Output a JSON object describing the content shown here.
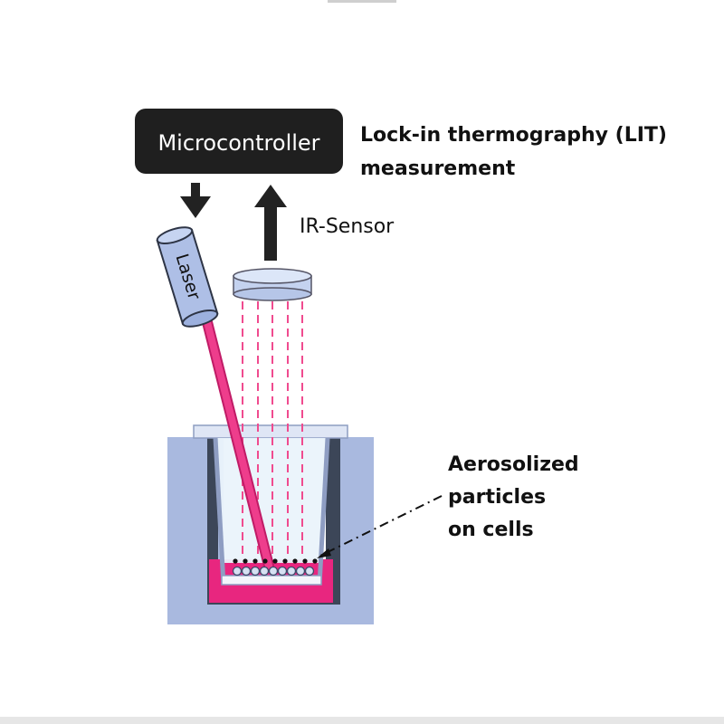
{
  "microcontroller": {
    "label": "Microcontroller"
  },
  "title": {
    "line1": "Lock-in thermography (LIT)",
    "line2": "measurement"
  },
  "ir_sensor": {
    "label": "IR-Sensor"
  },
  "laser": {
    "label": "Laser"
  },
  "annotation": {
    "line1": "Aerosolized",
    "line2": "particles",
    "line3": "on cells"
  },
  "colors": {
    "box": "#1f1f1f",
    "laser_beam": "#ee3d8c",
    "ir_rays": "#f04b8f",
    "device_fill": "#a9b9df",
    "medium": "#e8267f",
    "insert_wall": "#8e9dc2",
    "well_dark": "#3c4658"
  }
}
